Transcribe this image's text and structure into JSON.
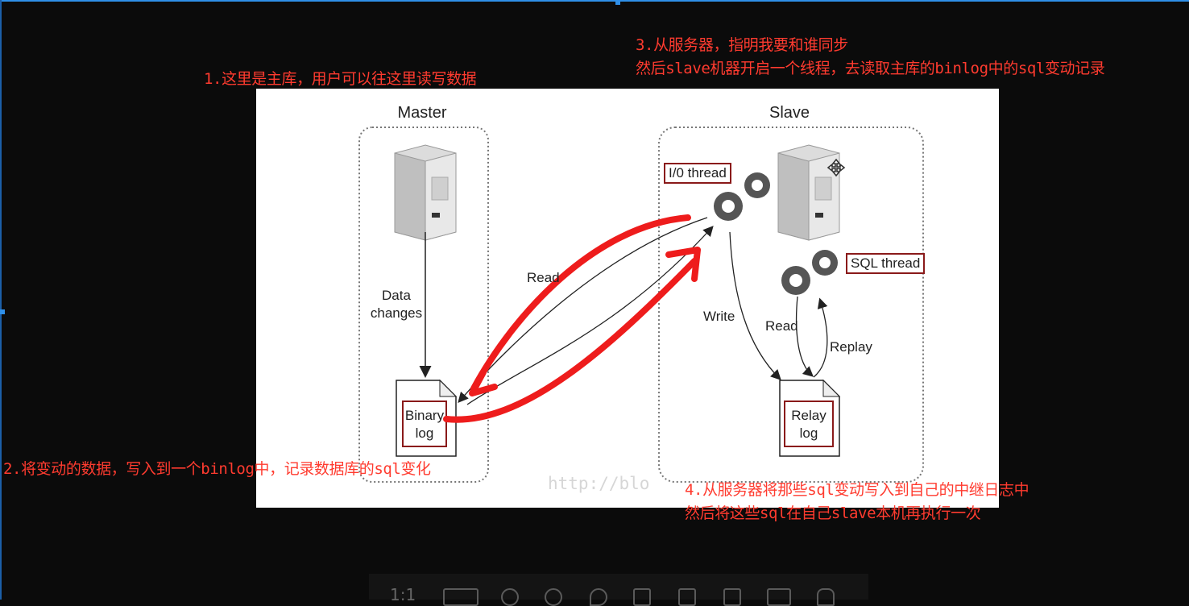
{
  "annotations": {
    "note1": "1.这里是主库，用户可以往这里读写数据",
    "note2": "2.将变动的数据，写入到一个binlog中，记录数据库的sql变化",
    "note3_line1": "3.从服务器，指明我要和谁同步",
    "note3_line2": "然后slave机器开启一个线程，去读取主库的binlog中的sql变动记录",
    "note4_line1": "4.从服务器将那些sql变动写入到自己的中继日志中",
    "note4_line2": "然后将这些sql在自己slave本机再执行一次"
  },
  "diagram": {
    "master_title": "Master",
    "slave_title": "Slave",
    "data_changes_line1": "Data",
    "data_changes_line2": "changes",
    "binary_log_line1": "Binary",
    "binary_log_line2": "log",
    "read_label": "Read",
    "io_thread": "I/0 thread",
    "sql_thread": "SQL thread",
    "write_label": "Write",
    "read_label_slave": "Read",
    "replay_label": "Replay",
    "relay_log_line1": "Relay",
    "relay_log_line2": "log",
    "watermark": "http://blo"
  },
  "toolbar": {
    "zoom_label": "1:1"
  },
  "colors": {
    "annotation": "#ff3b2f",
    "red_stroke": "#ee1c1c",
    "box_border": "#8a1a1a",
    "frame": "#2f8fe8"
  },
  "icons": [
    "server-icon",
    "gear-icon",
    "document-icon",
    "move-cursor-icon"
  ]
}
